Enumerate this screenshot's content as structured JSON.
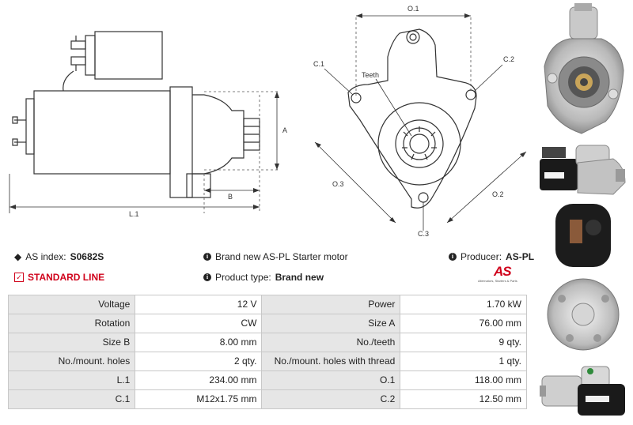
{
  "diagram": {
    "side_labels": {
      "A": "A",
      "B": "B",
      "L1": "L.1"
    },
    "front_labels": {
      "O1": "O.1",
      "O2": "O.2",
      "O3": "O.3",
      "C1": "C.1",
      "C2": "C.2",
      "C3": "C.3",
      "teeth": "Teeth"
    }
  },
  "info": {
    "as_index_label": "AS index:",
    "as_index_value": "S0682S",
    "standard_line": "STANDARD LINE",
    "description": "Brand new AS-PL Starter motor",
    "product_type_label": "Product type:",
    "product_type_value": "Brand new",
    "producer_label": "Producer:",
    "producer_value": "AS-PL",
    "logo_text": "AS",
    "logo_tagline": "Alternators, Starters & Parts",
    "accent_color": "#d0021b"
  },
  "specs": [
    {
      "l1": "Voltage",
      "v1": "12 V",
      "l2": "Power",
      "v2": "1.70 kW"
    },
    {
      "l1": "Rotation",
      "v1": "CW",
      "l2": "Size A",
      "v2": "76.00 mm"
    },
    {
      "l1": "Size B",
      "v1": "8.00 mm",
      "l2": "No./teeth",
      "v2": "9 qty."
    },
    {
      "l1": "No./mount. holes",
      "v1": "2 qty.",
      "l2": "No./mount. holes with thread",
      "v2": "1 qty."
    },
    {
      "l1": "L.1",
      "v1": "234.00 mm",
      "l2": "O.1",
      "v2": "118.00 mm"
    },
    {
      "l1": "C.1",
      "v1": "M12x1.75 mm",
      "l2": "C.2",
      "v2": "12.50 mm"
    }
  ]
}
